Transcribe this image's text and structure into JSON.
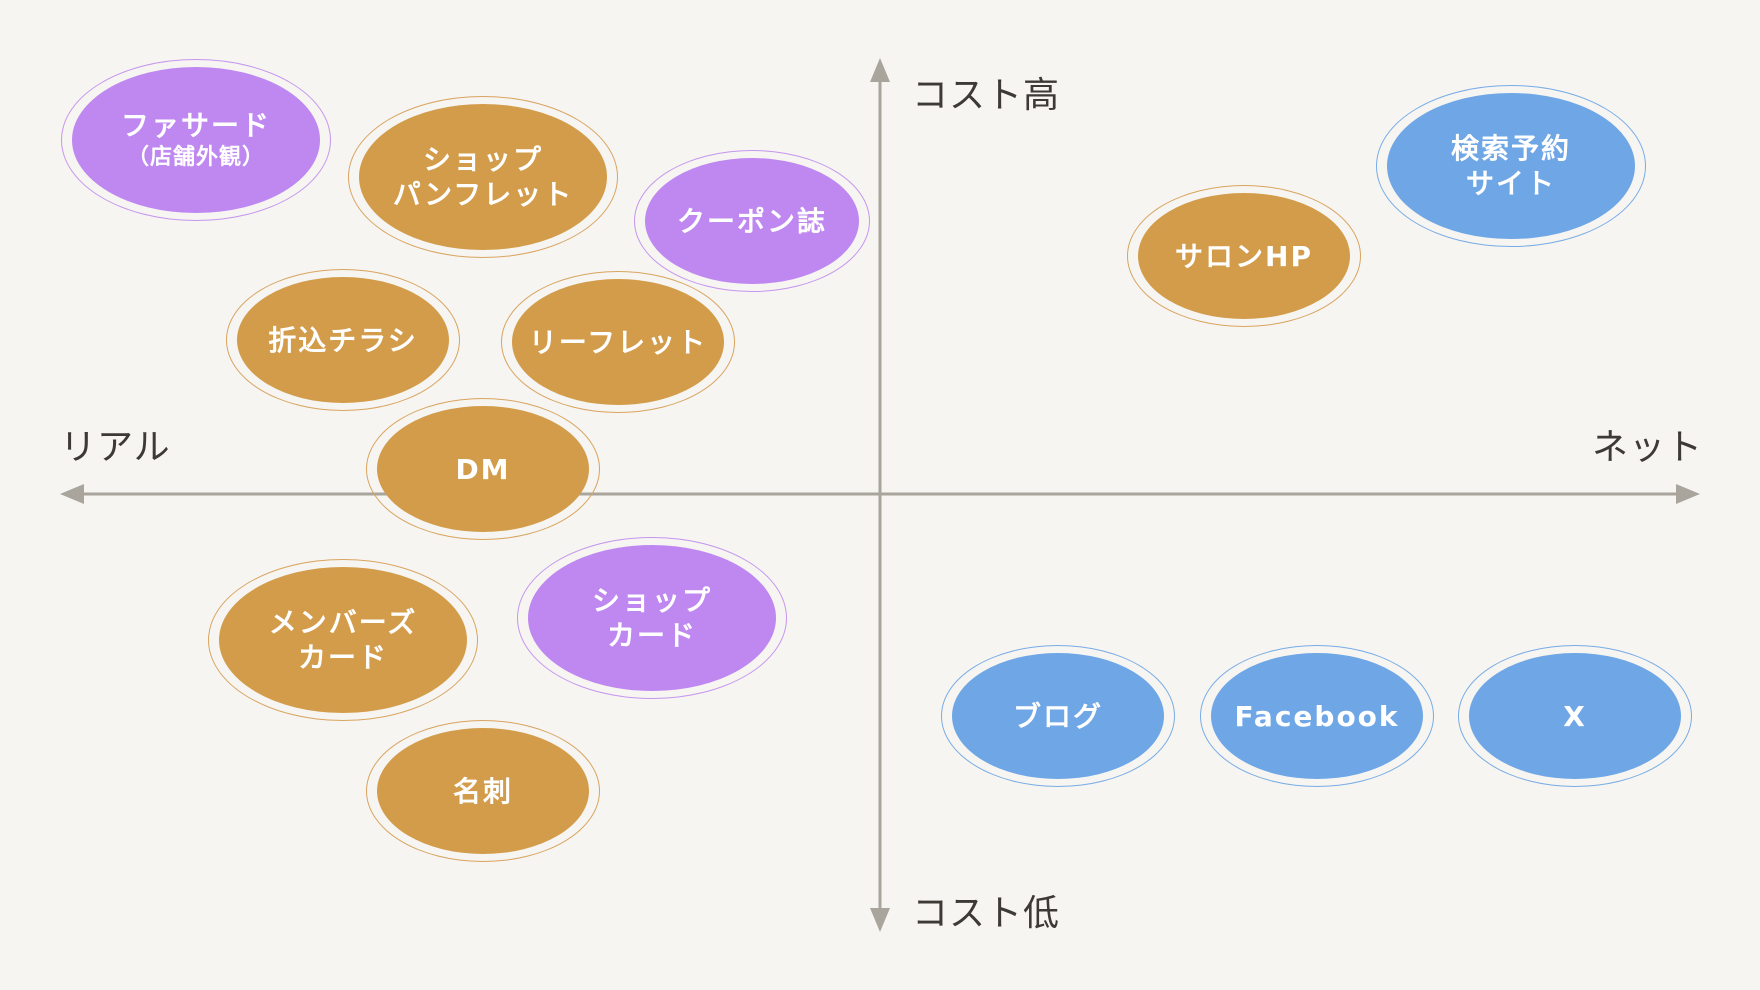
{
  "axes": {
    "top_label": "コスト高",
    "bottom_label": "コスト低",
    "left_label": "リアル",
    "right_label": "ネット"
  },
  "colors": {
    "background": "#f6f5f1",
    "axis": "#a9a49c",
    "orange": "#d39c4a",
    "purple": "#bf88f0",
    "blue": "#6ea6e6"
  },
  "items": [
    {
      "id": "facade",
      "lines": [
        "ファサード"
      ],
      "sub": "（店舗外観）",
      "color": "purple"
    },
    {
      "id": "shop-pamphlet",
      "lines": [
        "ショップ",
        "パンフレット"
      ],
      "color": "orange"
    },
    {
      "id": "coupon-magazine",
      "lines": [
        "クーポン誌"
      ],
      "color": "purple"
    },
    {
      "id": "insert-flyer",
      "lines": [
        "折込チラシ"
      ],
      "color": "orange"
    },
    {
      "id": "leaflet",
      "lines": [
        "リーフレット"
      ],
      "color": "orange"
    },
    {
      "id": "dm",
      "lines": [
        "DM"
      ],
      "color": "orange"
    },
    {
      "id": "members-card",
      "lines": [
        "メンバーズ",
        "カード"
      ],
      "color": "orange"
    },
    {
      "id": "shop-card",
      "lines": [
        "ショップ",
        "カード"
      ],
      "color": "purple"
    },
    {
      "id": "business-card",
      "lines": [
        "名刺"
      ],
      "color": "orange"
    },
    {
      "id": "salon-hp",
      "lines": [
        "サロンHP"
      ],
      "color": "orange"
    },
    {
      "id": "booking-site",
      "lines": [
        "検索予約",
        "サイト"
      ],
      "color": "blue"
    },
    {
      "id": "blog",
      "lines": [
        "ブログ"
      ],
      "color": "blue"
    },
    {
      "id": "facebook",
      "lines": [
        "Facebook"
      ],
      "color": "blue"
    },
    {
      "id": "x",
      "lines": [
        "X"
      ],
      "color": "blue"
    }
  ]
}
